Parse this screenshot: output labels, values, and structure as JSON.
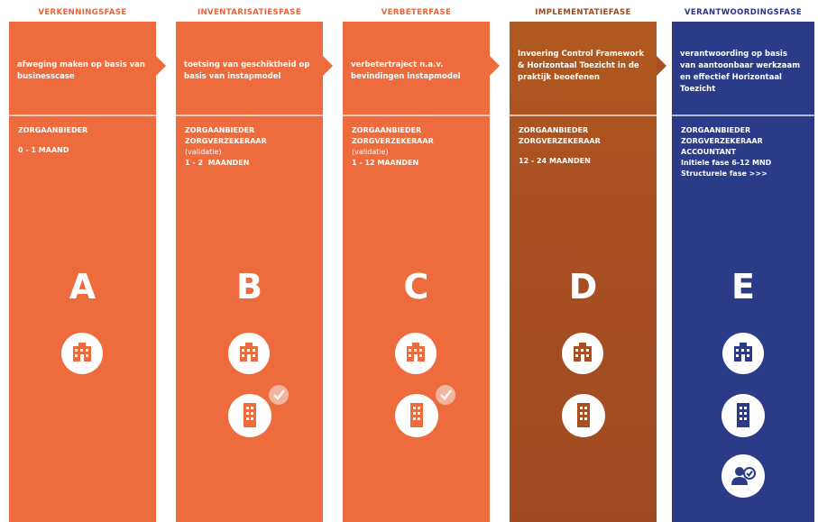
{
  "colors": {
    "orange": "#ED6B3D",
    "brown": "#A84F22",
    "navy": "#2B3B87",
    "title_orange": "#E7643A",
    "title_brown": "#9A4A1C",
    "title_navy": "#26358A"
  },
  "phases": [
    {
      "title": "VERKENNINGSFASE",
      "description": "afweging maken op basis van businesscase",
      "actors": [
        "ZORGAANBIEDER",
        "",
        "0 - 1 MAAND"
      ],
      "letter": "A",
      "icons": [
        "building-icon"
      ]
    },
    {
      "title": "INVENTARISATIESFASE",
      "description": "toetsing van geschiktheid op basis van instapmodel",
      "actors": [
        "ZORGAANBIEDER",
        "ZORGVERZEKERAAR",
        "(validatie)",
        "1 - 2  MAANDEN"
      ],
      "letter": "B",
      "icons": [
        "building-icon",
        "tall-building-check-icon"
      ]
    },
    {
      "title": "VERBETERFASE",
      "description": "verbetertraject n.a.v. bevindingen instapmodel",
      "actors": [
        "ZORGAANBIEDER",
        "ZORGVERZEKERAAR",
        "(validatie)",
        "1 - 12 MAANDEN"
      ],
      "letter": "C",
      "icons": [
        "building-icon",
        "tall-building-check-icon"
      ]
    },
    {
      "title": "IMPLEMENTATIEFASE",
      "description": "Invoering Control Framework & Horizontaal Toezicht in de praktijk beoefenen",
      "actors": [
        "ZORGAANBIEDER",
        "ZORGVERZEKERAAR",
        "",
        "12 - 24 MAANDEN"
      ],
      "letter": "D",
      "icons": [
        "building-icon",
        "tall-building-icon"
      ]
    },
    {
      "title": "VERANTWOORDINGSFASE",
      "description": "verantwoording op basis van aantoonbaar werkzaam en effectief Horizontaal Toezicht",
      "actors": [
        "ZORGAANBIEDER",
        "ZORGVERZEKERAAR",
        "ACCOUNTANT",
        "Initiele fase 6-12 MND",
        "Structurele fase >>>"
      ],
      "letter": "E",
      "icons": [
        "building-icon",
        "tall-building-icon",
        "person-check-icon"
      ]
    }
  ]
}
